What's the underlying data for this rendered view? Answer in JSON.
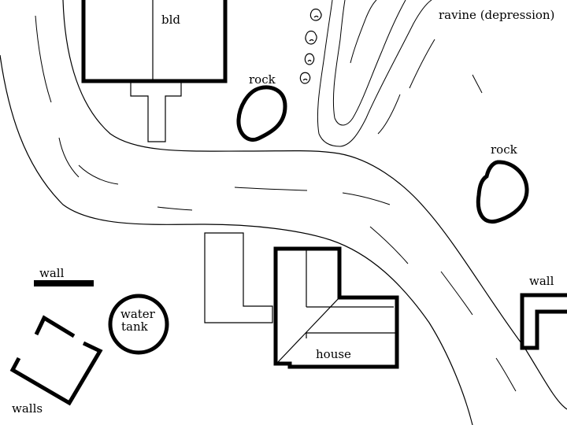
{
  "labels": {
    "building": "bld",
    "ravine": "ravine (depression)",
    "rock_top": "rock",
    "rock_right": "rock",
    "wall_left": "wall",
    "wall_right": "wall",
    "water_tank_line1": "water",
    "water_tank_line2": "tank",
    "house": "house",
    "walls": "walls"
  }
}
